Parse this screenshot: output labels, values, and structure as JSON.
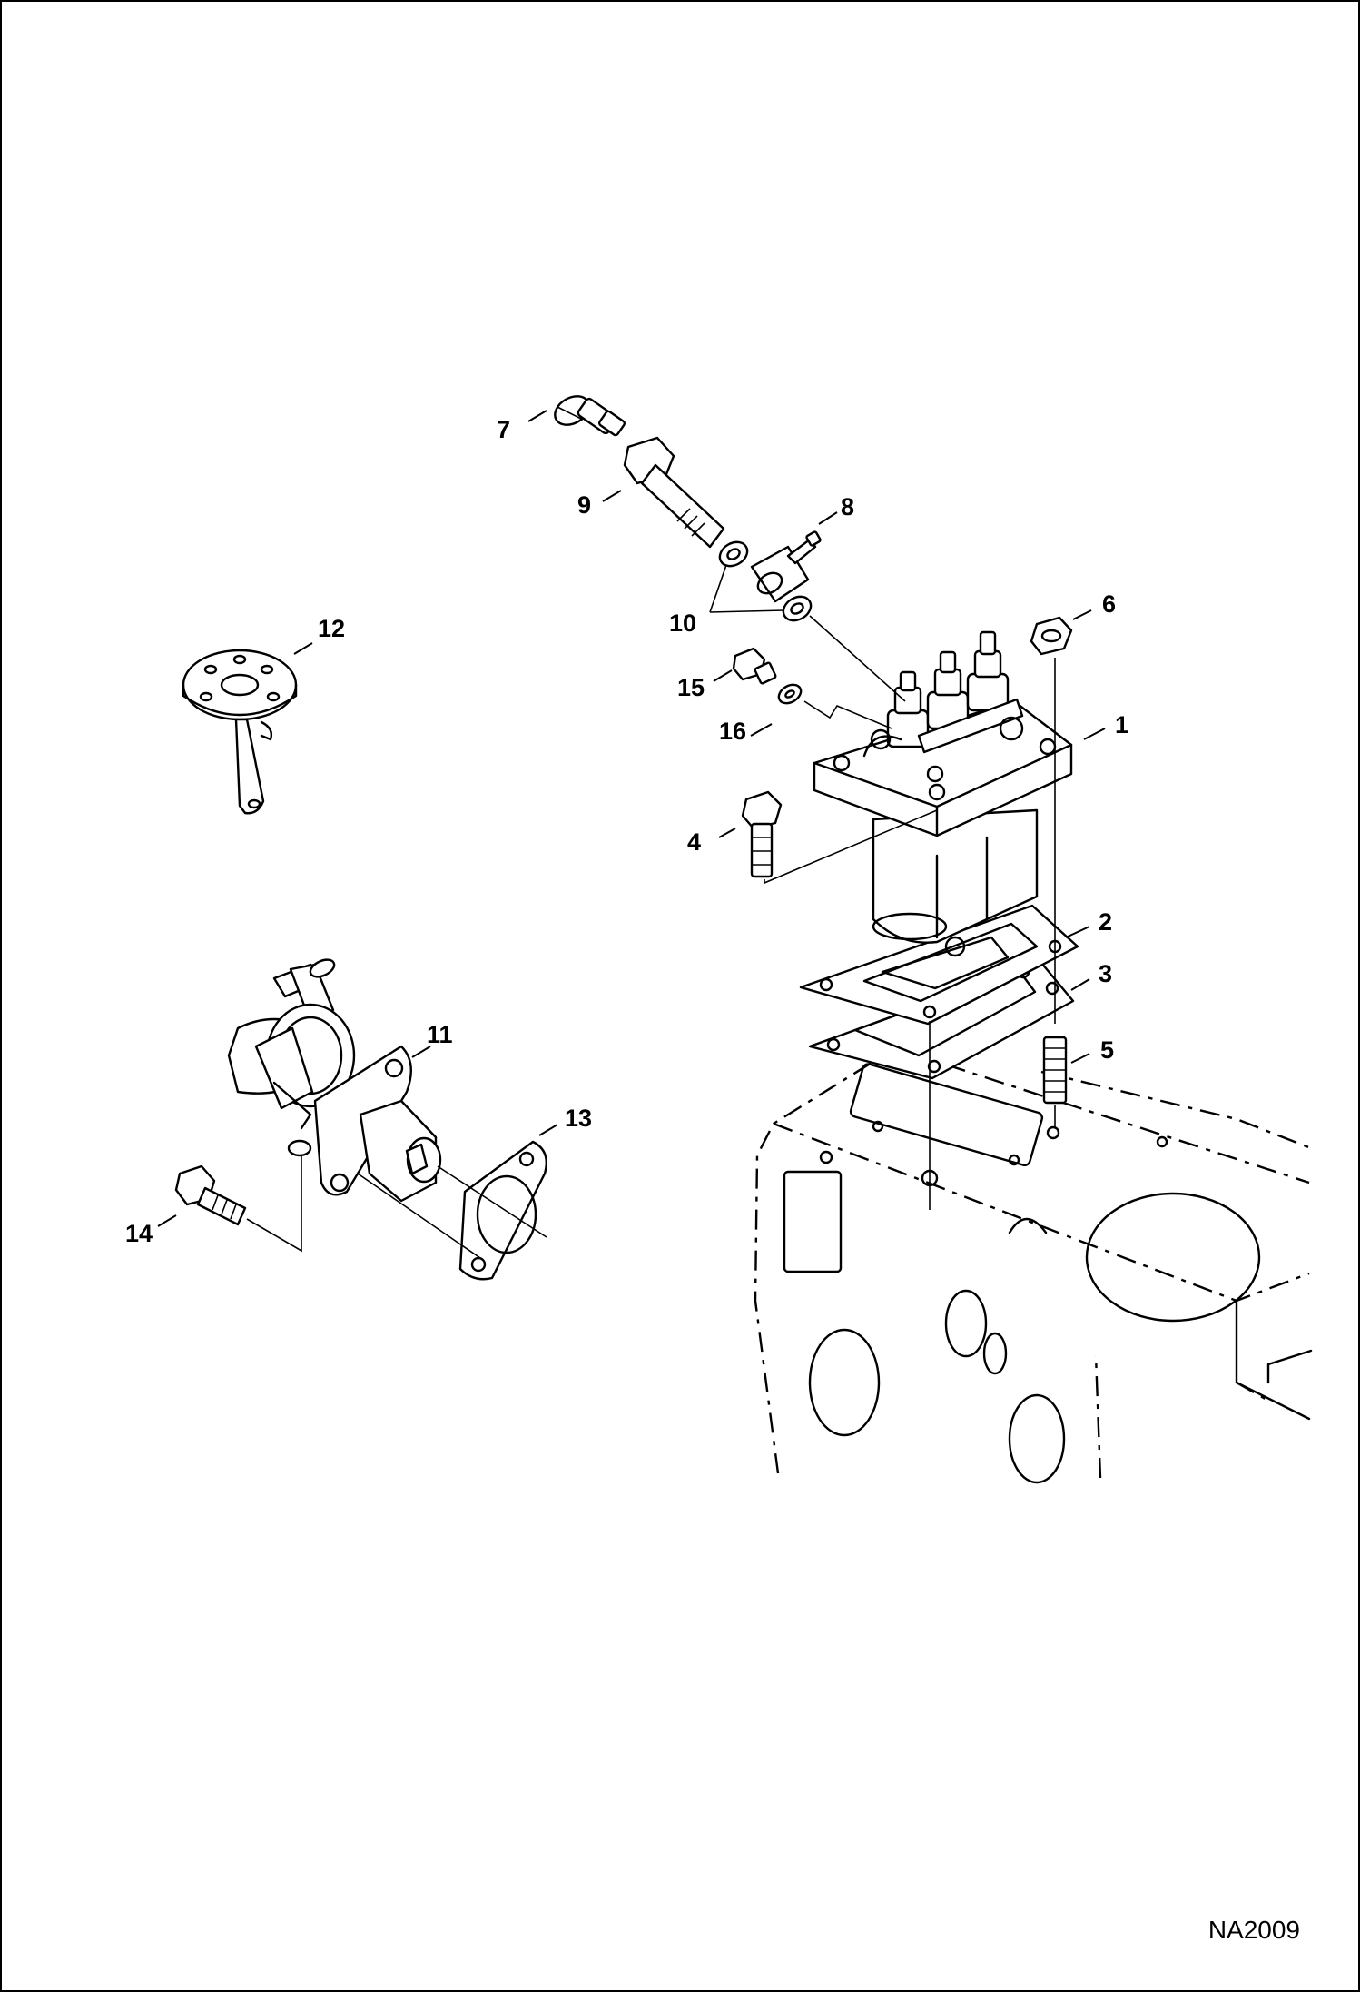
{
  "callouts": [
    {
      "id": "1",
      "label": "1"
    },
    {
      "id": "2",
      "label": "2"
    },
    {
      "id": "3",
      "label": "3"
    },
    {
      "id": "4",
      "label": "4"
    },
    {
      "id": "5",
      "label": "5"
    },
    {
      "id": "6",
      "label": "6"
    },
    {
      "id": "7",
      "label": "7"
    },
    {
      "id": "8",
      "label": "8"
    },
    {
      "id": "9",
      "label": "9"
    },
    {
      "id": "10",
      "label": "10"
    },
    {
      "id": "11",
      "label": "11"
    },
    {
      "id": "12",
      "label": "12"
    },
    {
      "id": "13",
      "label": "13"
    },
    {
      "id": "14",
      "label": "14"
    },
    {
      "id": "15",
      "label": "15"
    },
    {
      "id": "16",
      "label": "16"
    }
  ],
  "figure_code": "NA2009"
}
